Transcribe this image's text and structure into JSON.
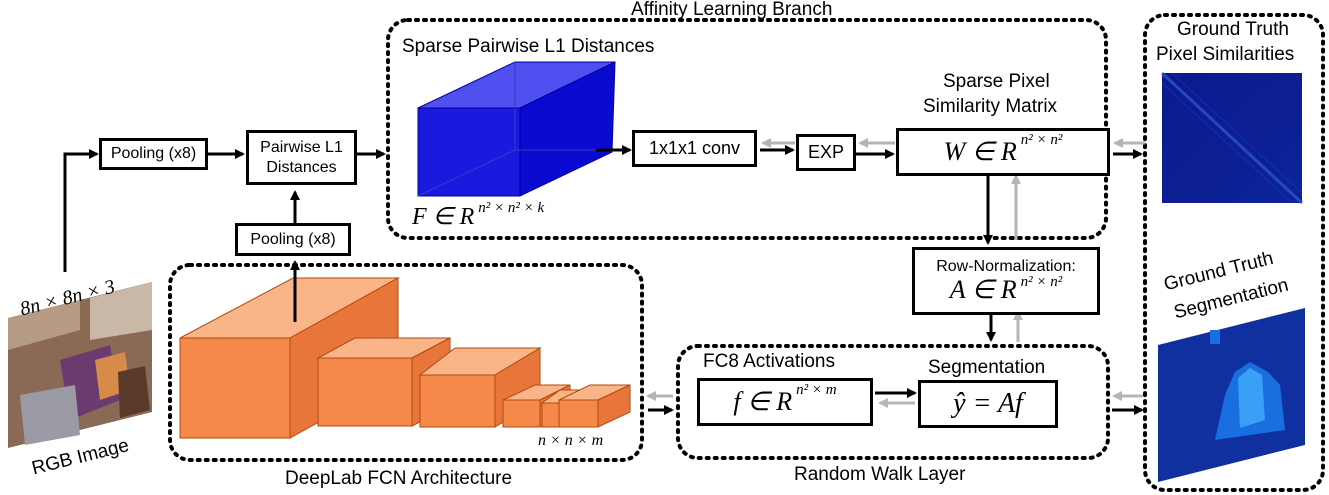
{
  "titles": {
    "affinity_branch": "Affinity Learning Branch",
    "sparse_pairwise": "Sparse Pairwise L1 Distances",
    "sparse_pixel_line1": "Sparse Pixel",
    "sparse_pixel_line2": "Similarity Matrix",
    "gt_pixel_line1": "Ground Truth",
    "gt_pixel_line2": "Pixel Similarities",
    "gt_seg_line1": "Ground Truth",
    "gt_seg_line2": "Segmentation",
    "deeplab": "DeepLab FCN Architecture",
    "random_walk": "Random Walk Layer",
    "fc8": "FC8 Activations",
    "segmentation": "Segmentation",
    "rgb_image": "RGB Image"
  },
  "boxes": {
    "pooling_top": "Pooling (x8)",
    "pairwise_line1": "Pairwise L1",
    "pairwise_line2": "Distances",
    "pooling_mid": "Pooling (x8)",
    "conv": "1x1x1 conv",
    "exp": "EXP",
    "rownorm": "Row-Normalization:"
  },
  "math": {
    "input_dims": "8n × 8n × 3",
    "F_base": "F ∈ R",
    "F_sup": "n² × n² × k",
    "W_base": "W ∈ R",
    "W_sup": "n² × n²",
    "A_base": "A ∈ R",
    "A_sup": "n² × n²",
    "f_base": "f ∈ R",
    "f_sup": "n² × m",
    "yhat": "ŷ = Af",
    "fcn_dims": "n × n × m"
  },
  "colors": {
    "cube_blue": "#1a1adf",
    "cube_orange": "#f4894a",
    "gt_dark": "#0a1a8c",
    "gt_seg_dark": "#1030a0",
    "gt_seg_mid": "#1a6fe0",
    "gt_seg_light": "#3aa0f5",
    "grey_arrow": "#b5b5b5"
  }
}
